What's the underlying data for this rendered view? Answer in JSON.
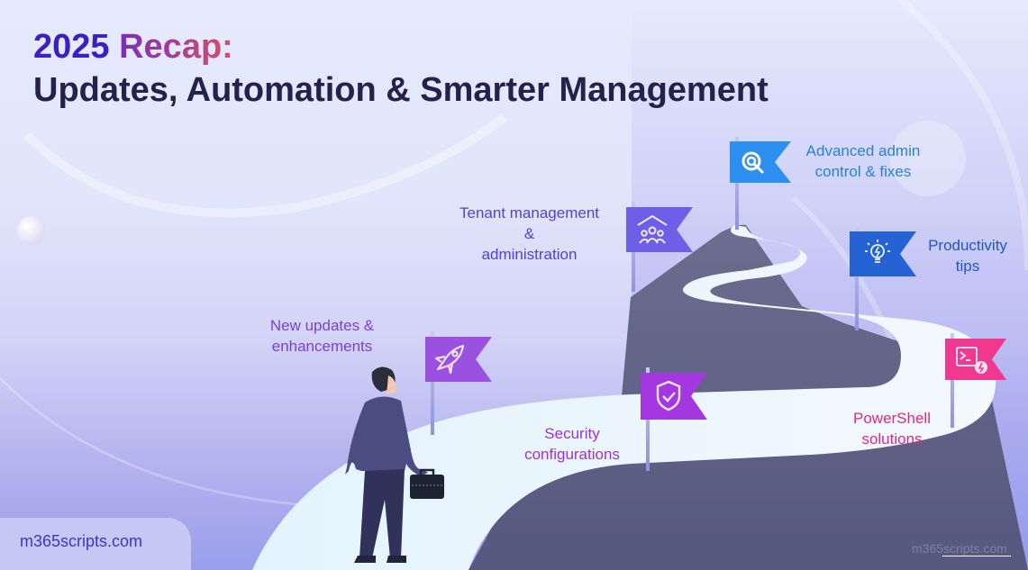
{
  "title": {
    "year": "2025",
    "recap": "Recap:",
    "subtitle": "Updates, Automation & Smarter Management"
  },
  "milestones": [
    {
      "label_lines": [
        "New updates &",
        "enhancements"
      ],
      "icon": "rocket-icon",
      "color": "#9b51e0",
      "text_color": "#7b3fd6"
    },
    {
      "label_lines": [
        "Tenant management",
        "&",
        "administration"
      ],
      "icon": "users-house-icon",
      "color": "#6d5fe6",
      "text_color": "#4d44d4"
    },
    {
      "label_lines": [
        "Advanced admin",
        "control & fixes"
      ],
      "icon": "gear-wrench-icon",
      "color": "#2d8ff0",
      "text_color": "#2a7fd9"
    },
    {
      "label_lines": [
        "Productivity",
        "tips"
      ],
      "icon": "lightbulb-icon",
      "color": "#2563d4",
      "text_color": "#2156c4"
    },
    {
      "label_lines": [
        "Security",
        "configurations"
      ],
      "icon": "shield-check-icon",
      "color": "#a537e0",
      "text_color": "#a030d6"
    },
    {
      "label_lines": [
        "PowerShell",
        "solutions"
      ],
      "icon": "powershell-icon",
      "color": "#f0388f",
      "text_color": "#e0287f"
    }
  ],
  "footer": {
    "site": "m365scripts.com"
  },
  "watermark": "m365scripts.com"
}
